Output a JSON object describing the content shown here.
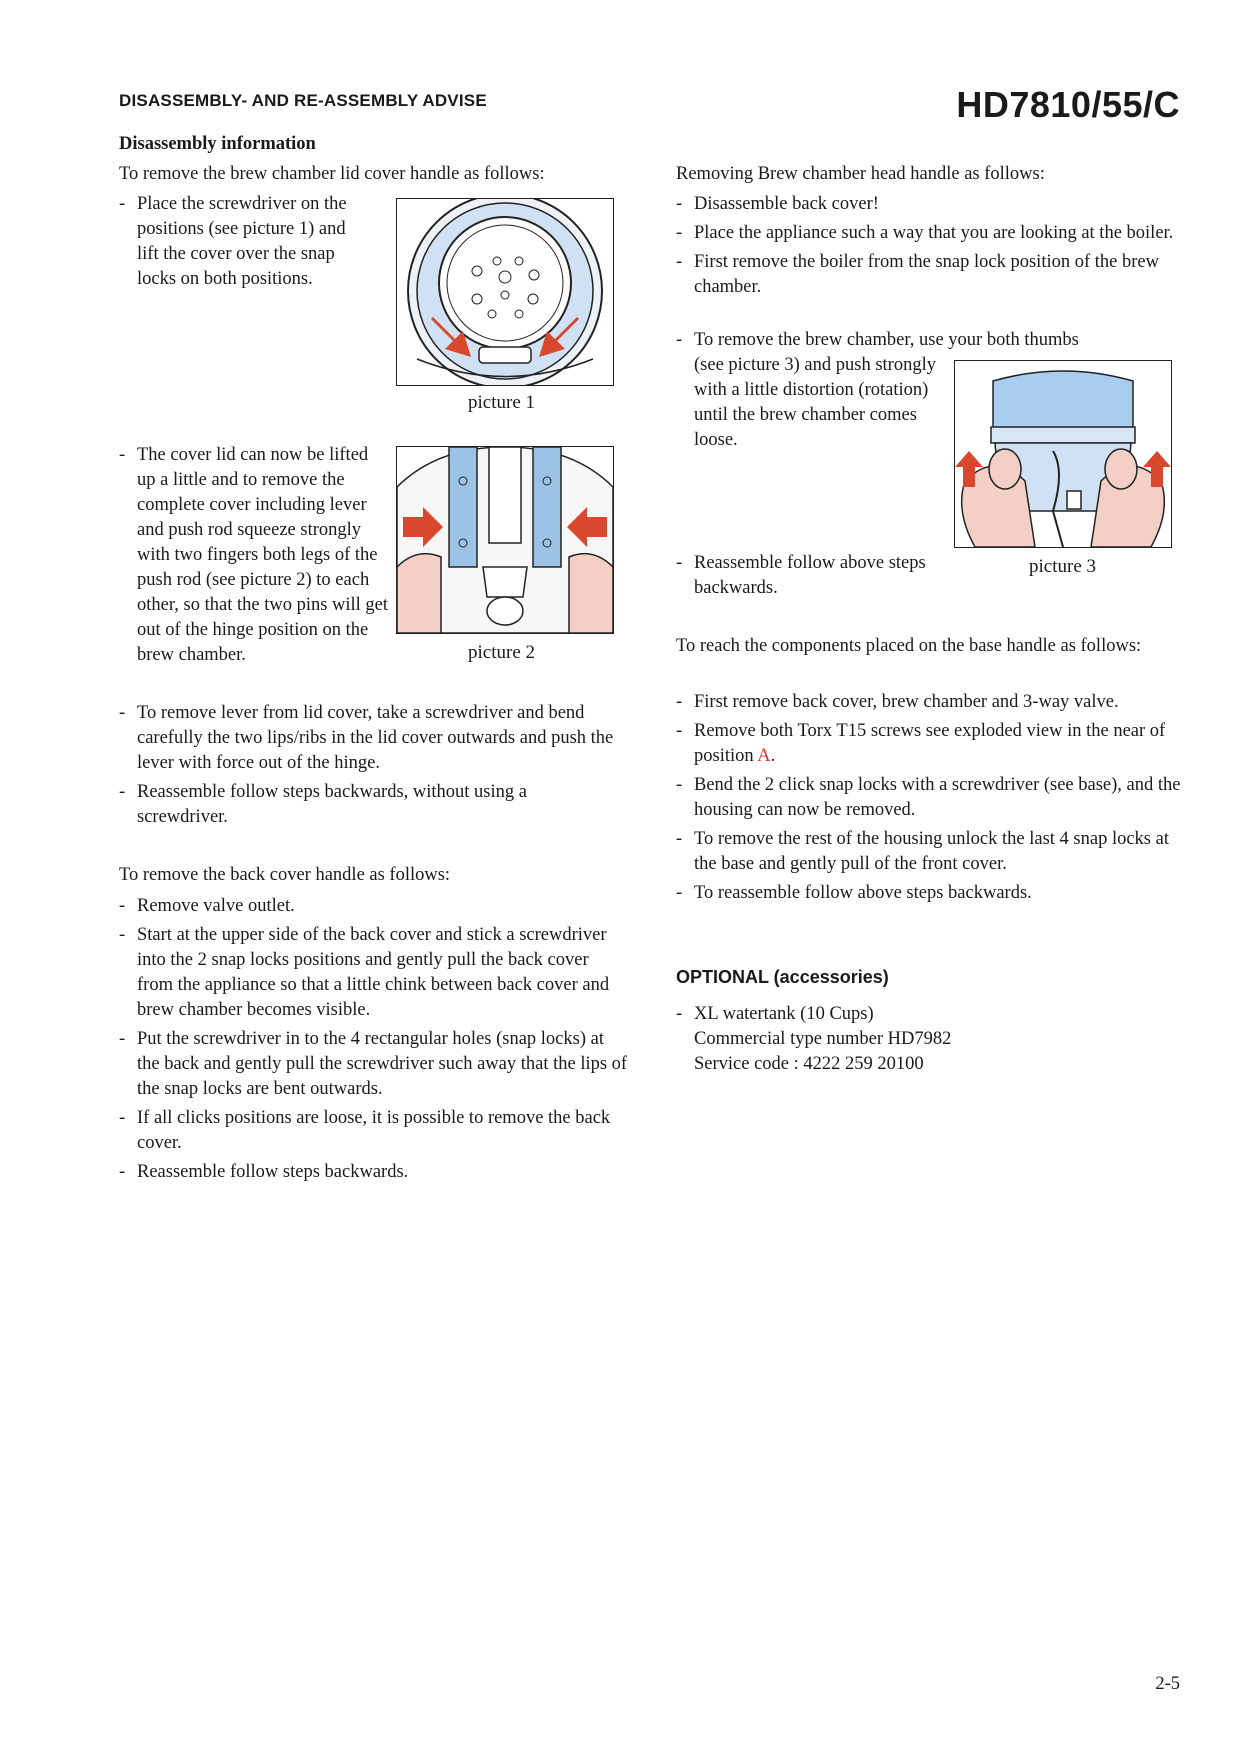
{
  "header": {
    "section_title": "DISASSEMBLY- AND RE-ASSEMBLY ADVISE",
    "model": "HD7810/55/C"
  },
  "left": {
    "subheading": "Disassembly information",
    "lid_intro": "To remove the brew chamber lid cover handle as follows:",
    "lid_step1": "Place the screwdriver on the positions (see picture 1) and lift the cover over the snap locks on both positions.",
    "picture1_caption": "picture 1",
    "lid_step2": "The cover lid can now be lifted up a little and to remove the complete cover including lever and push rod squeeze strongly with two fingers both legs of the push rod (see picture 2) to each other, so that the two pins will get out of the hinge position on the brew chamber.",
    "picture2_caption": "picture 2",
    "lever_steps": [
      "To remove lever from lid cover, take a screwdriver and bend carefully the two lips/ribs in the lid cover outwards and push the lever with force out of the hinge.",
      "Reassemble follow steps backwards, without using a screwdriver."
    ],
    "back_cover_intro": "To remove the back cover handle as follows:",
    "back_cover_steps": [
      "Remove valve outlet.",
      "Start at the upper side of the back cover and stick a screwdriver into the 2 snap locks positions and gently pull the back cover from the appliance so that a little chink between back cover and brew chamber becomes visible.",
      "Put the screwdriver in to the 4 rectangular holes (snap locks) at the back and gently pull the screwdriver such away that the lips of the snap locks are bent outwards.",
      "If all clicks positions are loose, it is possible to remove the back cover.",
      "Reassemble follow steps backwards."
    ]
  },
  "right": {
    "head_intro": "Removing Brew chamber head handle as follows:",
    "head_steps": [
      "Disassemble back cover!",
      "Place the appliance such a way that you are looking at the boiler.",
      "First remove the boiler from the snap lock position of the brew chamber."
    ],
    "thumbs_step_line1": "To remove the brew chamber, use your both thumbs",
    "thumbs_step_rest": "(see picture 3) and push strongly with a little distortion (rotation) until the brew chamber comes loose.",
    "reassemble_step": "Reassemble follow above steps backwards.",
    "picture3_caption": "picture 3",
    "base_intro": "To reach the components placed on the base handle as follows:",
    "base_step1": "First remove back cover, brew chamber and 3-way valve.",
    "base_step2_text": "Remove both Torx T15 screws see exploded view in the near of position ",
    "base_step2_ref": "A",
    "base_step2_end": ".",
    "base_steps_more": [
      "Bend the 2 click snap locks with a screwdriver (see base), and the housing can now be removed.",
      "To remove the rest of the housing unlock the last 4 snap locks at the base and gently pull of the front cover.",
      "To reassemble follow above steps backwards."
    ],
    "optional_heading": "OPTIONAL  (accessories)",
    "optional_line1": "XL watertank (10 Cups)",
    "optional_line2": "Commercial type number HD7982",
    "optional_line3": "Service code  :  4222 259 20100"
  },
  "footer": {
    "page_number": "2-5"
  },
  "colors": {
    "arrow_red": "#d9472e",
    "part_blue": "#9cc3e6",
    "skin": "#f3cfc6"
  }
}
